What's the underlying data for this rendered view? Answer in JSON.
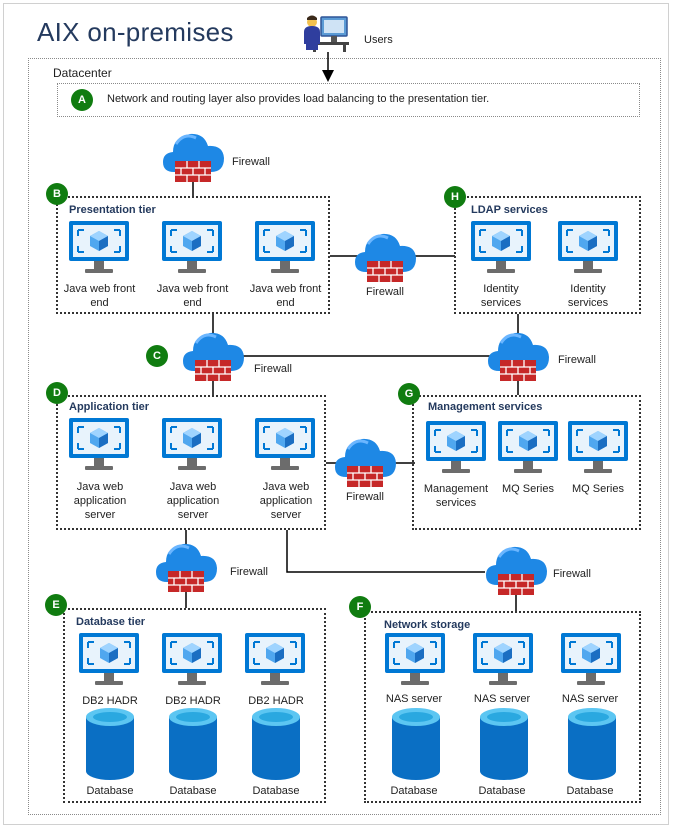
{
  "title": "AIX on-premises",
  "users": {
    "label": "Users"
  },
  "datacenter": {
    "label": "Datacenter"
  },
  "note": {
    "badge": "A",
    "text": "Network and routing layer also provides load balancing to the presentation tier."
  },
  "firewall_label": "Firewall",
  "presentation": {
    "badge": "B",
    "label": "Presentation tier",
    "items": [
      "Java web front end",
      "Java web front end",
      "Java web front end"
    ]
  },
  "ldap": {
    "badge": "H",
    "label": "LDAP services",
    "items": [
      "Identity services",
      "Identity services"
    ]
  },
  "badge_c": "C",
  "application": {
    "badge": "D",
    "label": "Application tier",
    "items": [
      "Java web application server",
      "Java web application server",
      "Java web application server"
    ]
  },
  "management": {
    "badge": "G",
    "label": "Management services",
    "items": [
      "Management services",
      "MQ Series",
      "MQ Series"
    ]
  },
  "database": {
    "badge": "E",
    "label": "Database tier",
    "items": [
      "DB2 HADR",
      "DB2 HADR",
      "DB2 HADR"
    ],
    "db_label": "Database"
  },
  "storage": {
    "badge": "F",
    "label": "Network storage",
    "items": [
      "NAS server",
      "NAS server",
      "NAS server"
    ],
    "db_label": "Database"
  },
  "colors": {
    "badge": "#107c10",
    "monitor": "#0078d4",
    "cloud": "#1e88e5",
    "firewall": "#c62828",
    "database": "#0a6fc4"
  }
}
